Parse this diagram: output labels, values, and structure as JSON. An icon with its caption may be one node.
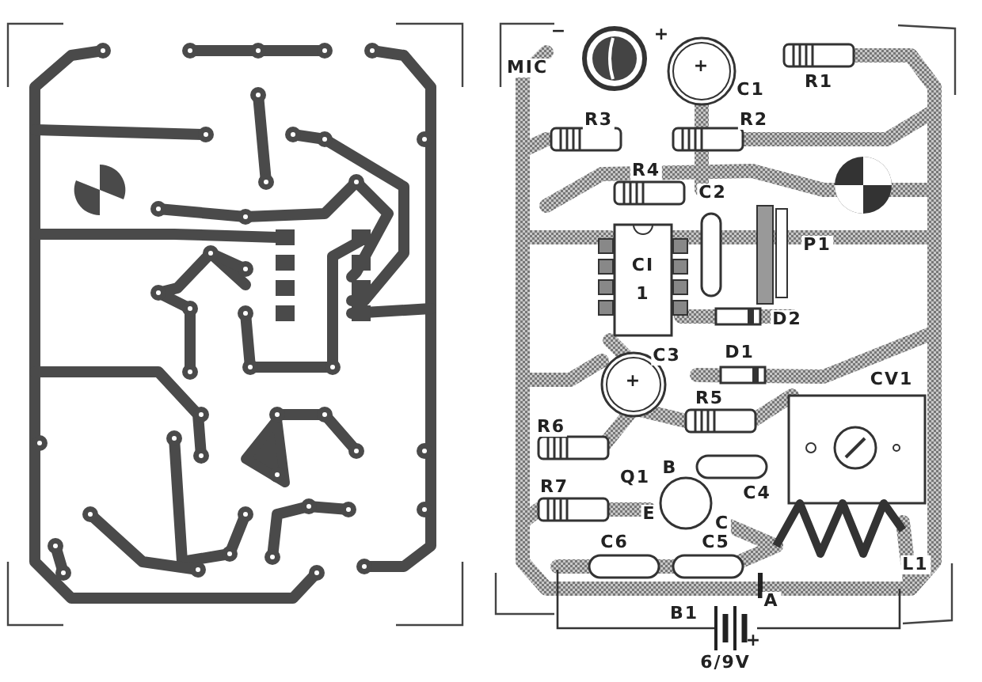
{
  "diagram": {
    "labels": [
      "−",
      "+",
      "MIC",
      "+",
      "C1",
      "R1",
      "R3",
      "R2",
      "R4",
      "C2",
      "CI",
      "1",
      "P1",
      "D2",
      "C3",
      "+",
      "D1",
      "CV1",
      "R5",
      "R6",
      "Q1",
      "B",
      "C4",
      "R7",
      "E",
      "C",
      "C6",
      "C5",
      "L1",
      "A",
      "B1",
      "+",
      "6/9V"
    ]
  }
}
